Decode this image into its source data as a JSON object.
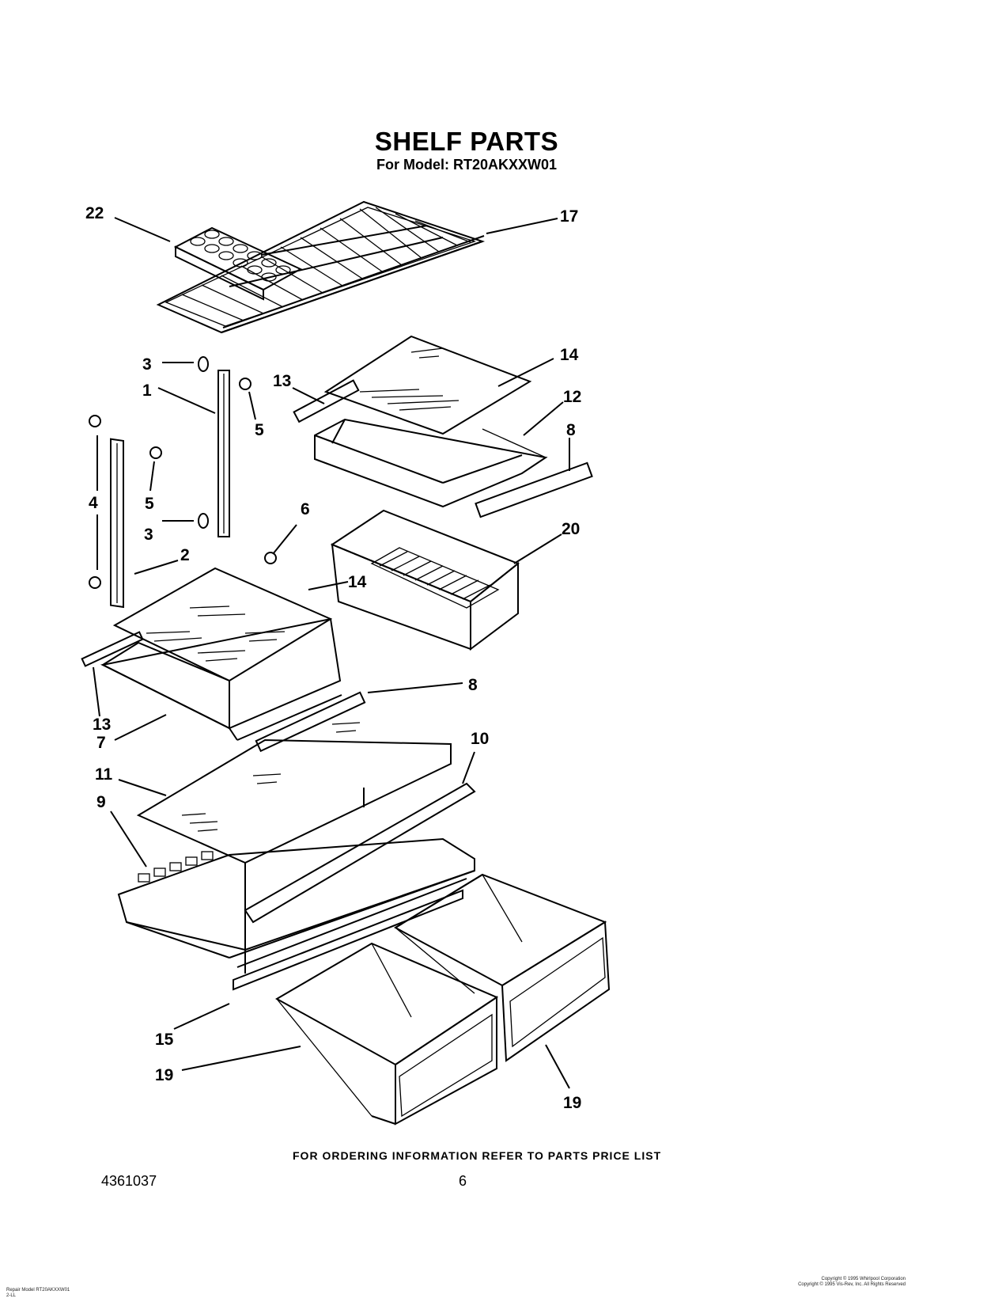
{
  "title": "SHELF PARTS",
  "subtitle": "For Model: RT20AKXXW01",
  "callouts": {
    "c22": "22",
    "c17": "17",
    "c3a": "3",
    "c1": "1",
    "c5a": "5",
    "c13a": "13",
    "c14a": "14",
    "c12": "12",
    "c8a": "8",
    "c4": "4",
    "c5b": "5",
    "c3b": "3",
    "c6": "6",
    "c2": "2",
    "c20": "20",
    "c14b": "14",
    "c8b": "8",
    "c13b": "13",
    "c7": "7",
    "c10": "10",
    "c11": "11",
    "c9": "9",
    "c15": "15",
    "c19a": "19",
    "c19b": "19"
  },
  "footer": {
    "ordering_note": "FOR ORDERING INFORMATION REFER TO PARTS PRICE LIST",
    "doc_number": "4361037",
    "page_number": "6"
  },
  "fine_print": {
    "left_line1": "Repair Model RT20AKXXW01",
    "left_line2": "2-LL",
    "right_line1": "Copyright © 1995 Whirlpool Corporation",
    "right_line2": "Copyright © 1995 Vis-Rev, Inc. All Rights Reserved"
  }
}
